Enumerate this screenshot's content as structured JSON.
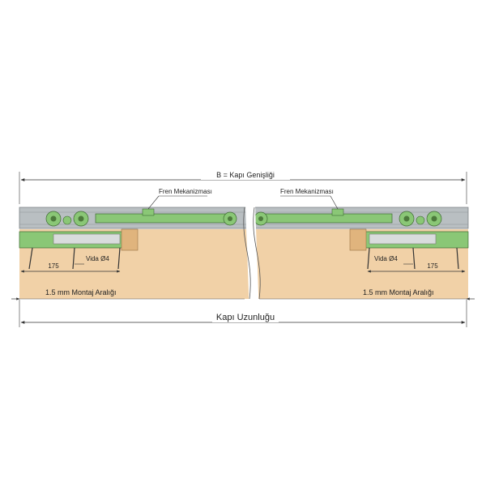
{
  "labels": {
    "width": "B = Kapı Genişliği",
    "brake_left": "Fren Mekanizması",
    "brake_right": "Fren Mekanizması",
    "screw_left": "Vida Ø4",
    "screw_right": "Vida Ø4",
    "offset_left": "175",
    "offset_right": "175",
    "gap_left": "1.5 mm Montaj Aralığı",
    "gap_right": "1.5 mm Montaj Aralığı",
    "length": "Kapı Uzunluğu"
  },
  "colors": {
    "door": "#f1d1a7",
    "rail": "#b9bfc2",
    "mechanism": "#8ac776",
    "stopper": "#e0b47d",
    "line": "#333333"
  }
}
